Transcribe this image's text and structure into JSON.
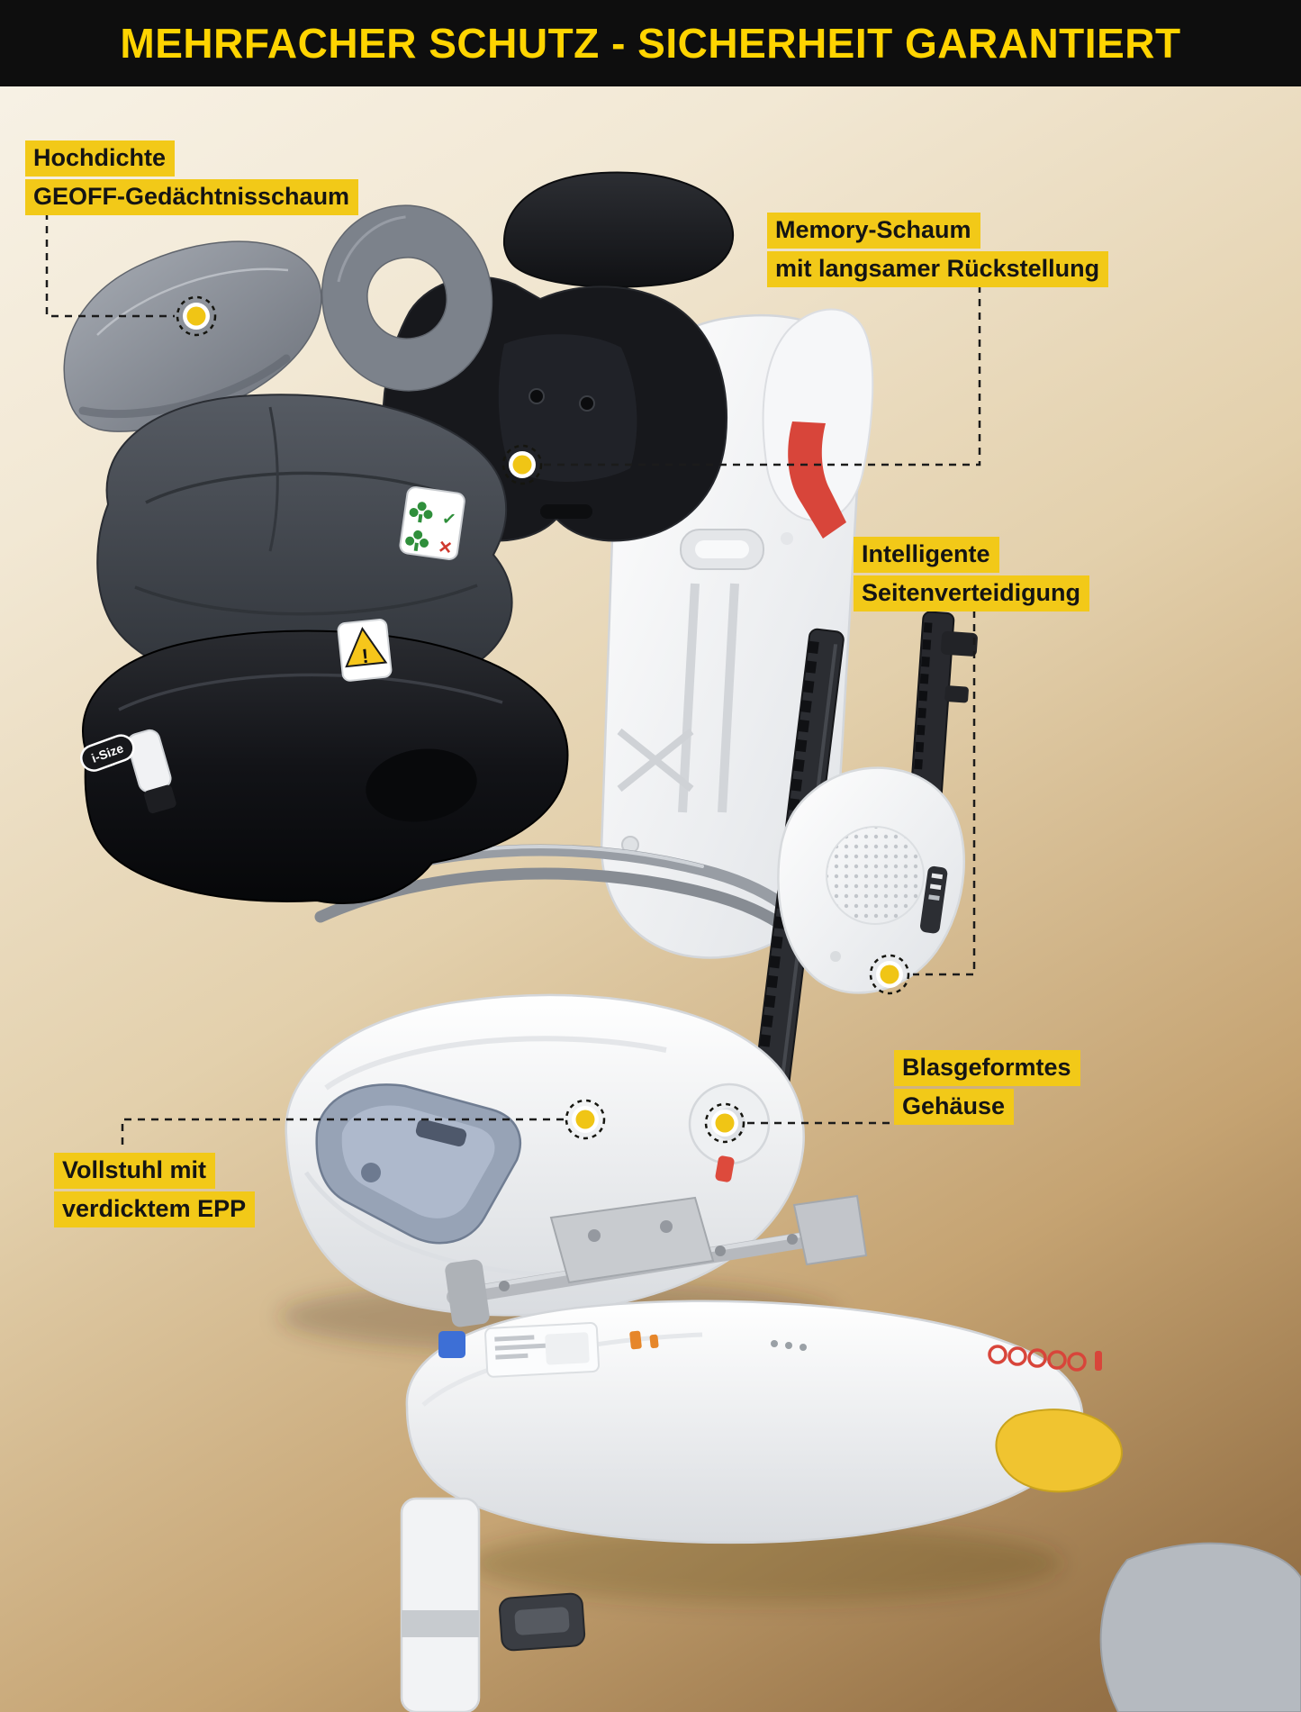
{
  "banner": {
    "title": "MEHRFACHER SCHUTZ - SICHERHEIT GARANTIERT"
  },
  "callouts": {
    "headrest_foam": {
      "line1": "Hochdichte",
      "line2": "GEOFF-Gedächtnisschaum"
    },
    "memory_foam": {
      "line1": "Memory-Schaum",
      "line2": "mit langsamer Rückstellung"
    },
    "side_defense": {
      "line1": "Intelligente",
      "line2": "Seitenverteidigung"
    },
    "shell": {
      "line1": "Blasgeformtes",
      "line2": "Gehäuse"
    },
    "epp_seat": {
      "line1": "Vollstuhl mit",
      "line2": "verdicktem EPP"
    }
  },
  "product_marks": {
    "i_size_badge": "i-Size",
    "warning_mark": "!",
    "ok_icon": "✓",
    "no_icon": "✕"
  },
  "colors": {
    "banner_bg": "#0e0e0e",
    "banner_text": "#ffd400",
    "label_highlight": "#f2c918",
    "label_text": "#141414",
    "callout_dot": "#f0c515",
    "background_top": "#f8f3e8",
    "background_bottom": "#8a6740",
    "accent_red": "#d8453a"
  }
}
